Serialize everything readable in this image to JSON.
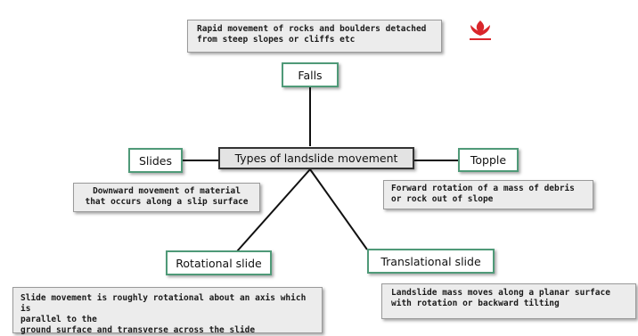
{
  "center": {
    "label": "Types of landslide movement"
  },
  "falls": {
    "label": "Falls",
    "description": "Rapid movement of rocks and boulders detached from steep slopes or cliffs etc"
  },
  "slides": {
    "label": "Slides",
    "description": "Downward movement of material that occurs along a slip surface"
  },
  "topple": {
    "label": "Topple",
    "description": "Forward rotation of a mass of debris or rock out of slope"
  },
  "rotational": {
    "label": "Rotational slide",
    "description_lines": [
      "Slide movement is roughly rotational about an axis which is",
      "parallel to the",
      "ground surface and transverse across the slide"
    ]
  },
  "translational": {
    "label": "Translational slide",
    "description": "Landslide mass moves along a planar surface with rotation or backward tilting"
  },
  "colors": {
    "node_border": "#4f9a78",
    "desc_bg": "#ececec",
    "center_bg": "#e3e3e3",
    "logo_red": "#d9262b"
  },
  "logo": {
    "icon": "brand-logo-icon"
  }
}
